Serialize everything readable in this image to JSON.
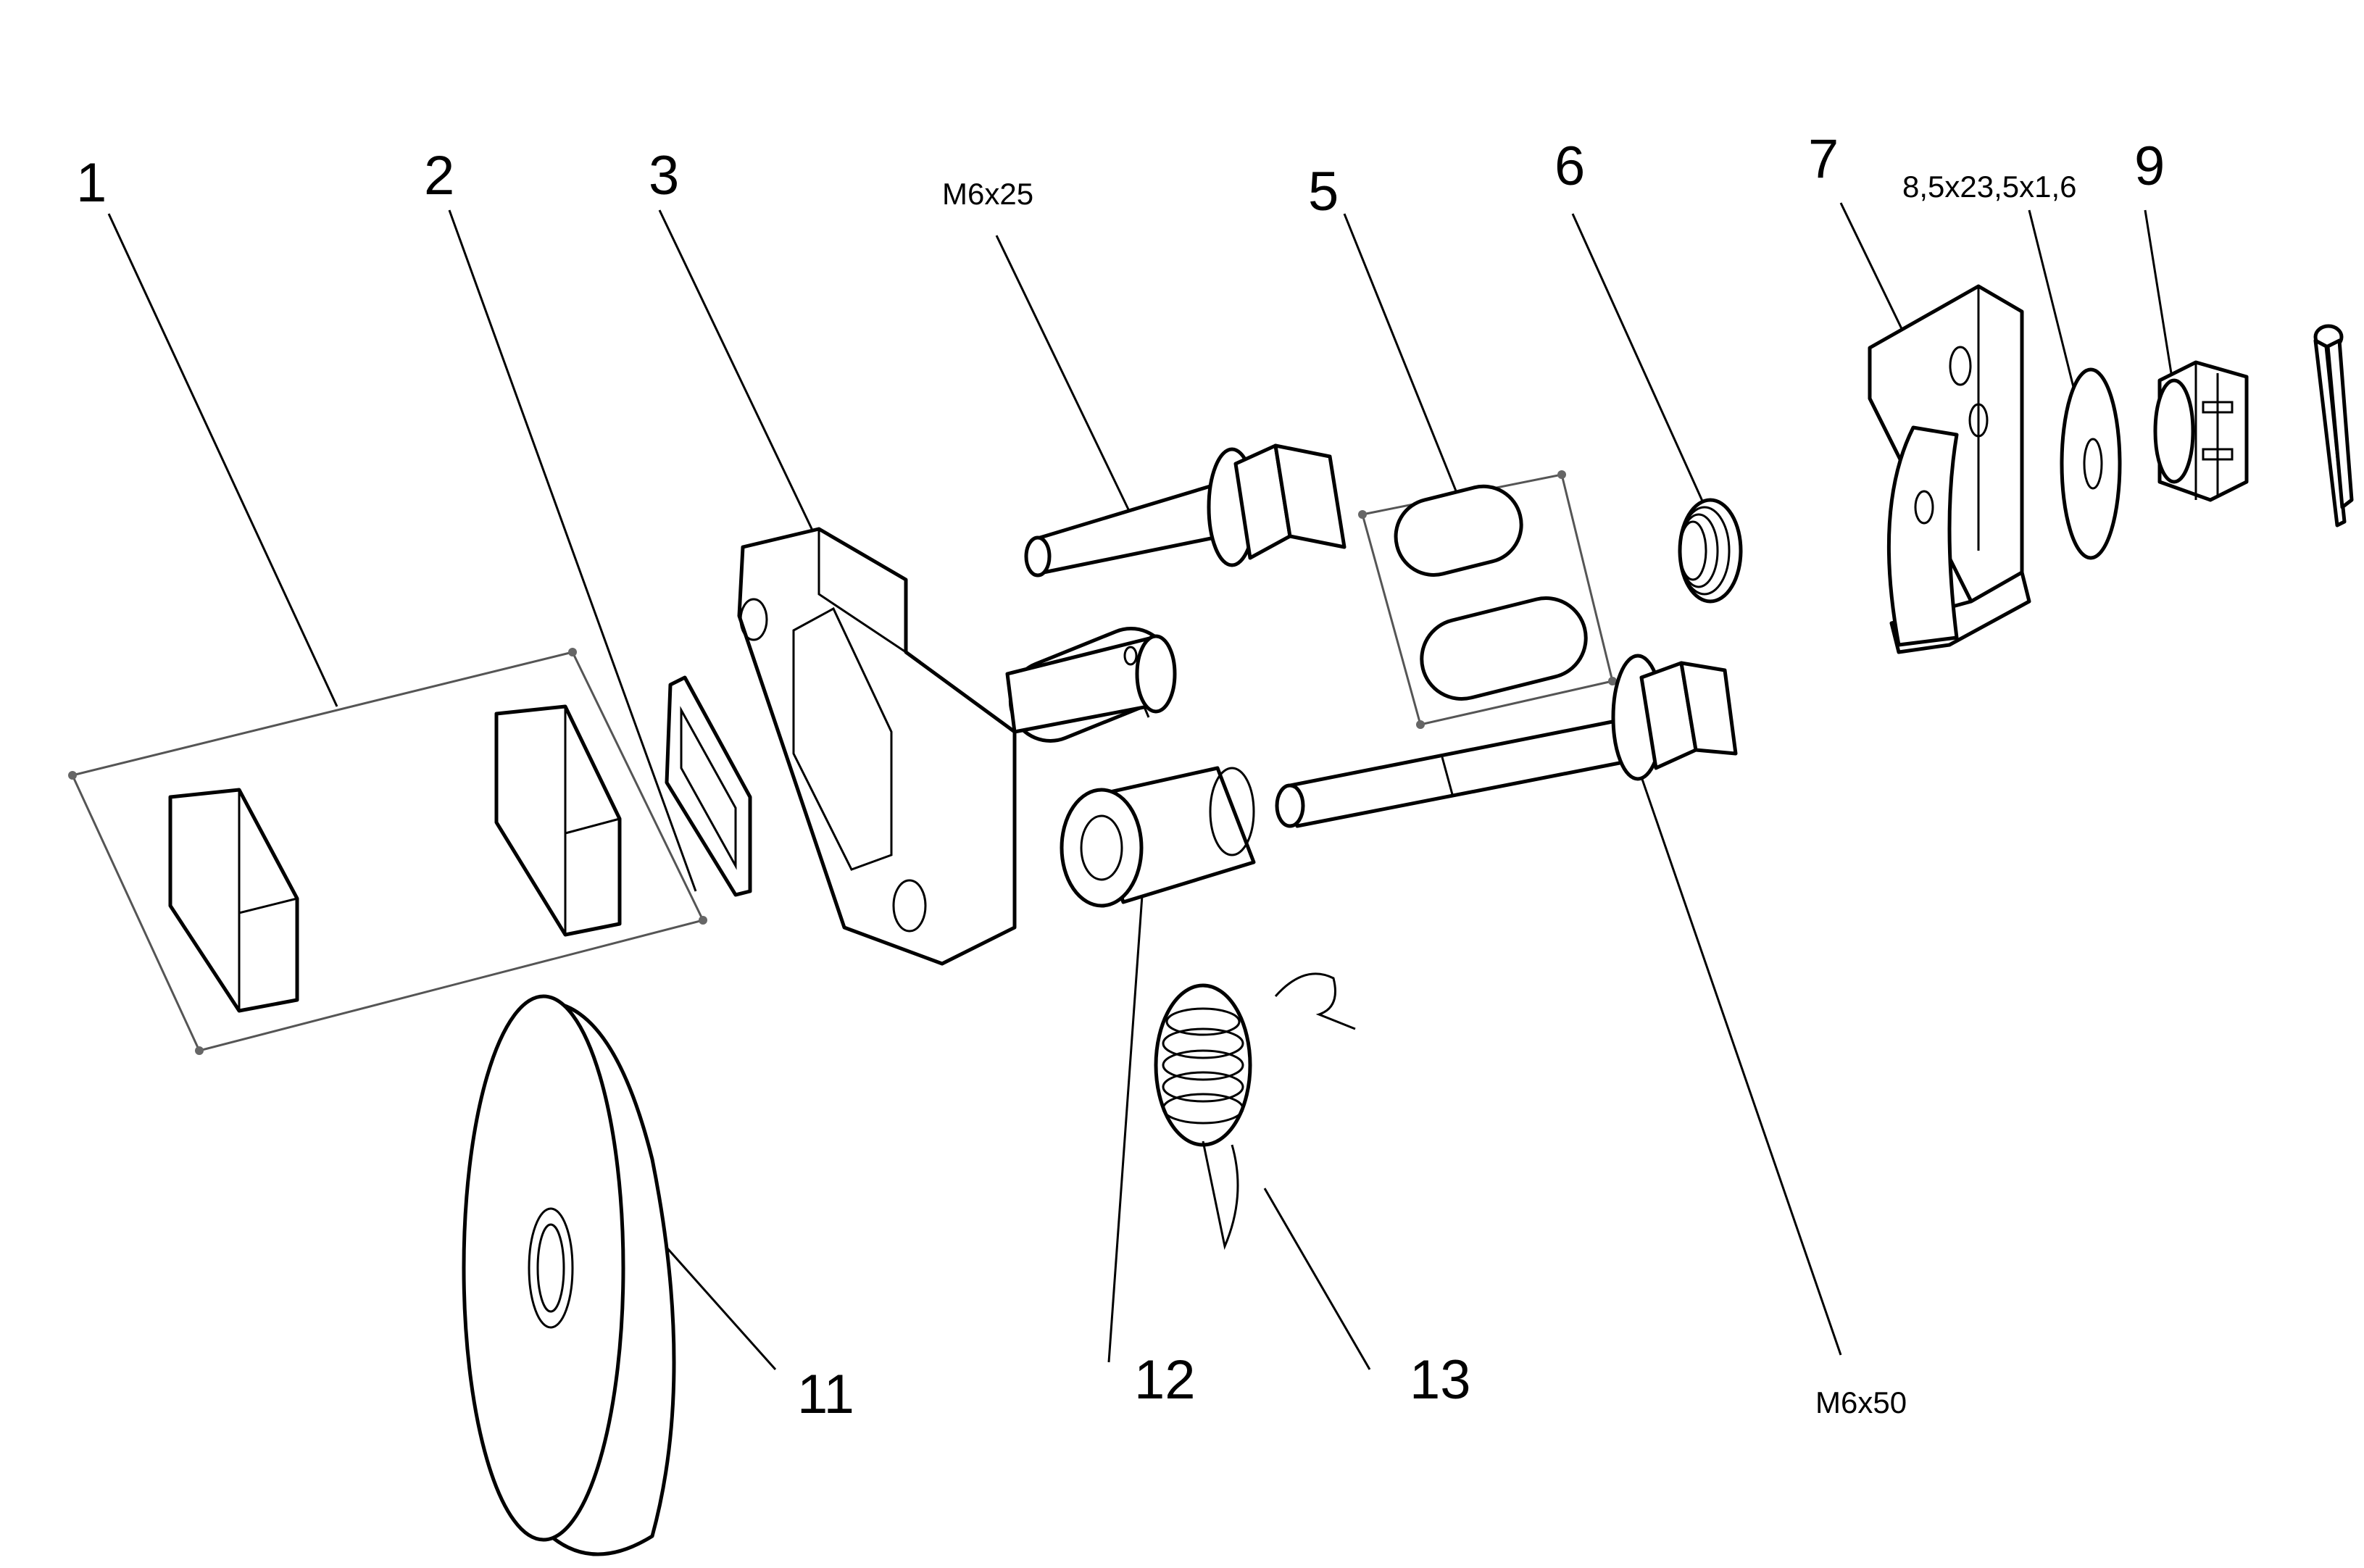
{
  "callouts": [
    {
      "id": "1",
      "text": "1"
    },
    {
      "id": "2",
      "text": "2"
    },
    {
      "id": "3",
      "text": "3"
    },
    {
      "id": "bolt_short",
      "text": "M6x25"
    },
    {
      "id": "5",
      "text": "5"
    },
    {
      "id": "6",
      "text": "6"
    },
    {
      "id": "7",
      "text": "7"
    },
    {
      "id": "washer",
      "text": "8,5x23,5x1,6"
    },
    {
      "id": "9",
      "text": "9"
    },
    {
      "id": "11",
      "text": "11"
    },
    {
      "id": "12",
      "text": "12"
    },
    {
      "id": "13",
      "text": "13"
    },
    {
      "id": "bolt_long",
      "text": "M6x50"
    }
  ]
}
